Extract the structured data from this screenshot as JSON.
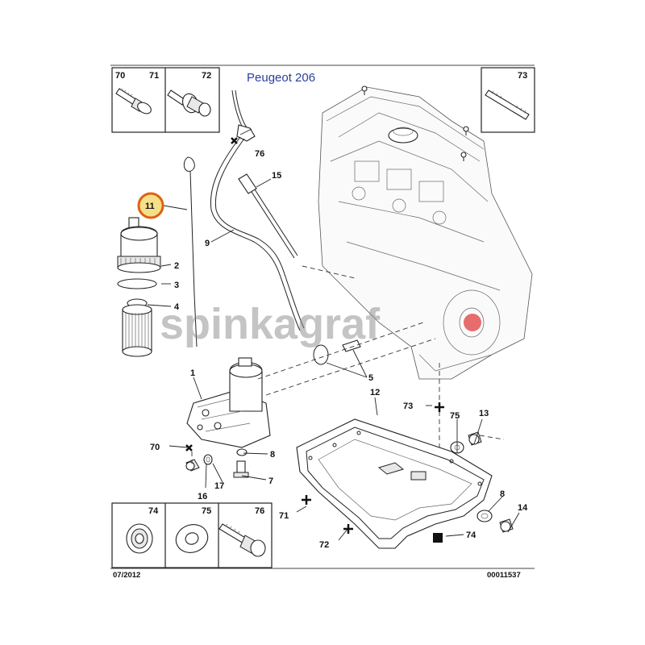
{
  "title": "Peugeot 206",
  "footer": {
    "date": "07/2012",
    "code": "00011537"
  },
  "watermark": "spinkagraf",
  "highlight": {
    "label": "11",
    "color": "#e06010"
  },
  "colors": {
    "title": "#2a3f9e",
    "line": "#222222",
    "watermark": "#8a8a8a"
  },
  "kits_top_left": [
    {
      "label": "70"
    },
    {
      "label": "71"
    },
    {
      "label": "72"
    }
  ],
  "kit_top_right": {
    "label": "73"
  },
  "kits_bottom_left": [
    {
      "label": "74"
    },
    {
      "label": "75"
    },
    {
      "label": "76"
    }
  ],
  "callouts": {
    "c1": "1",
    "c2": "2",
    "c3": "3",
    "c4": "4",
    "c5": "5",
    "c7": "7",
    "c8a": "8",
    "c8b": "8",
    "c9": "9",
    "c12": "12",
    "c13": "13",
    "c14": "14",
    "c15": "15",
    "c16": "16",
    "c17": "17",
    "c70": "70",
    "c71": "71",
    "c72": "72",
    "c73": "73",
    "c74": "74",
    "c75": "75",
    "c76": "76"
  }
}
